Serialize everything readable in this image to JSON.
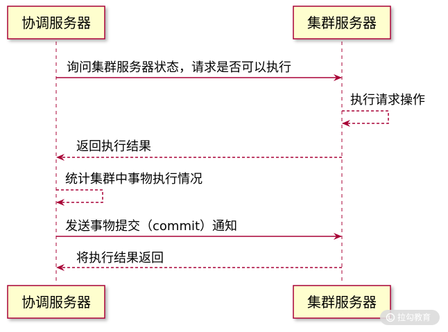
{
  "colors": {
    "arrow": "#A80036",
    "box_fill": "#FEFECE",
    "box_stroke": "#A80036",
    "lifeline": "#A80036",
    "watermark_bg": "#DCDCDC",
    "watermark_fg": "#FFFFFF"
  },
  "participants": {
    "left": {
      "label": "协调服务器"
    },
    "right": {
      "label": "集群服务器"
    }
  },
  "messages": [
    {
      "text": "询问集群服务器状态，请求是否可以执行",
      "from": "left",
      "to": "right",
      "style": "solid"
    },
    {
      "text": "执行请求操作",
      "from": "right",
      "to": "right",
      "style": "dashed"
    },
    {
      "text": "返回执行结果",
      "from": "right",
      "to": "left",
      "style": "dashed"
    },
    {
      "text": "统计集群中事物执行情况",
      "from": "left",
      "to": "left",
      "style": "dashed"
    },
    {
      "text": "发送事物提交（commit）通知",
      "from": "left",
      "to": "right",
      "style": "solid"
    },
    {
      "text": "将执行结果返回",
      "from": "right",
      "to": "left",
      "style": "dashed"
    }
  ],
  "watermark": {
    "text": "拉勾教育",
    "icon": "lagou-logo-icon"
  }
}
